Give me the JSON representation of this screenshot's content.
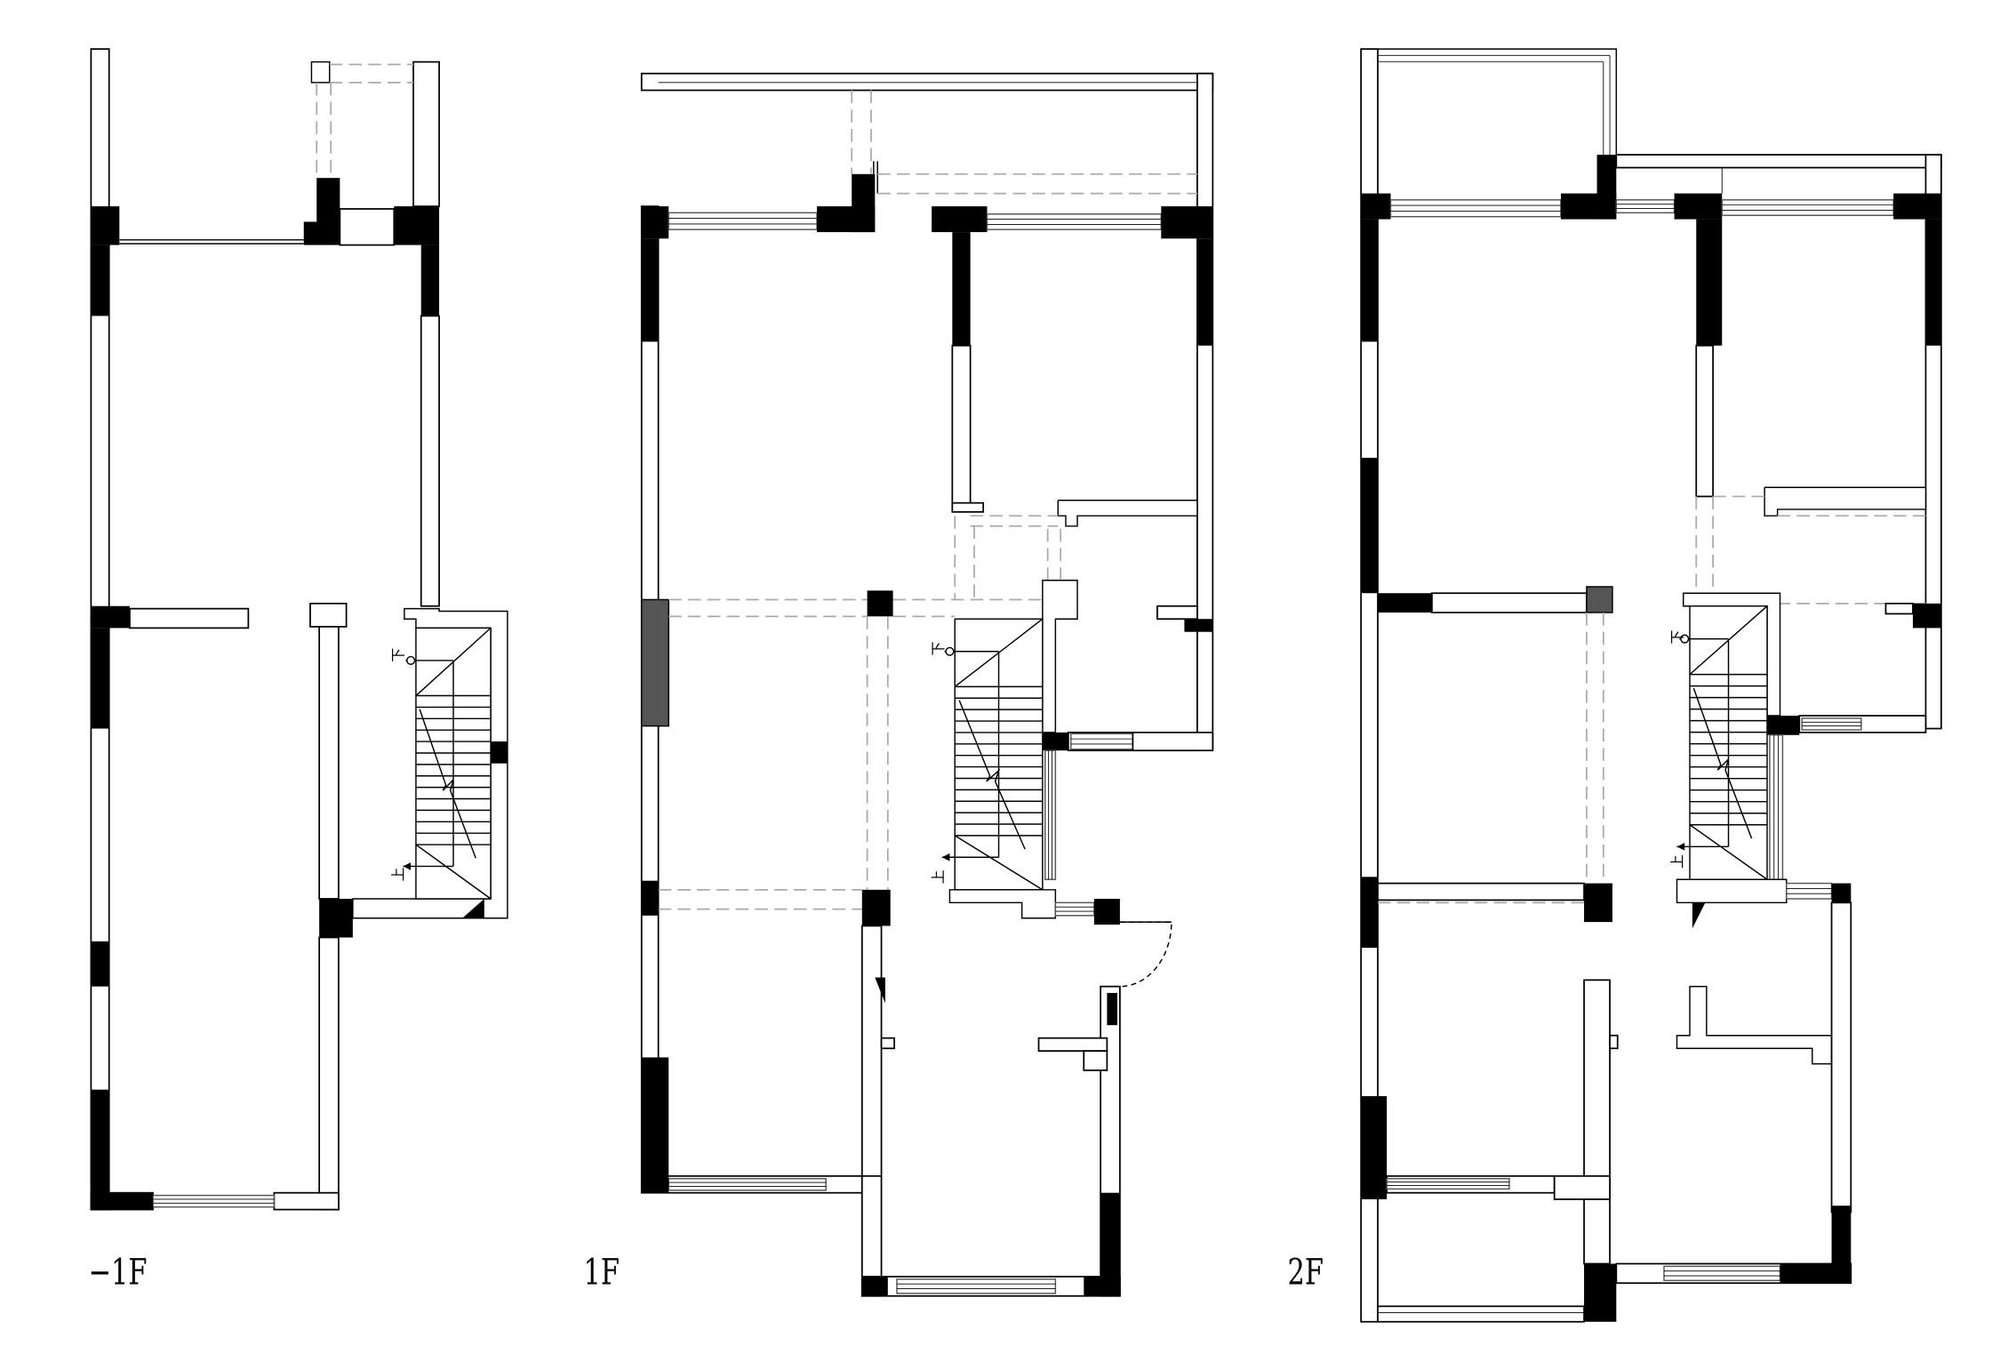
{
  "floors": [
    {
      "id": "basement",
      "label": "−1F",
      "stair_labels": {
        "down": "下",
        "up": "上"
      }
    },
    {
      "id": "first",
      "label": "1F",
      "stair_labels": {
        "down": "下",
        "up": "上"
      }
    },
    {
      "id": "second",
      "label": "2F",
      "stair_labels": {
        "down": "下",
        "up": "上"
      }
    }
  ],
  "colors": {
    "wall_fill": "#ffffff",
    "column": "#000000",
    "column_gray": "#555555",
    "dashed_beam": "#aaaaaa",
    "line": "#000000"
  }
}
